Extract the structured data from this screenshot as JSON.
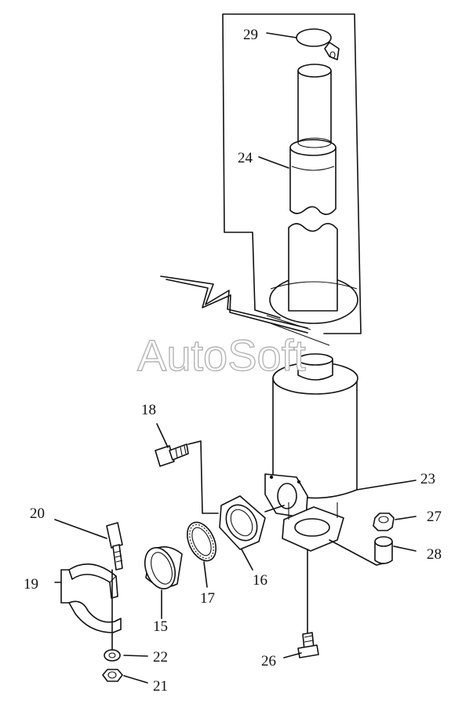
{
  "watermark": "AutoSoft",
  "callouts": [
    {
      "id": "c29",
      "text": "29"
    },
    {
      "id": "c24",
      "text": "24"
    },
    {
      "id": "c18",
      "text": "18"
    },
    {
      "id": "c23",
      "text": "23"
    },
    {
      "id": "c20",
      "text": "20"
    },
    {
      "id": "c27",
      "text": "27"
    },
    {
      "id": "c28",
      "text": "28"
    },
    {
      "id": "c19",
      "text": "19"
    },
    {
      "id": "c16",
      "text": "16"
    },
    {
      "id": "c17",
      "text": "17"
    },
    {
      "id": "c15",
      "text": "15"
    },
    {
      "id": "c22",
      "text": "22"
    },
    {
      "id": "c26",
      "text": "26"
    },
    {
      "id": "c21",
      "text": "21"
    }
  ]
}
